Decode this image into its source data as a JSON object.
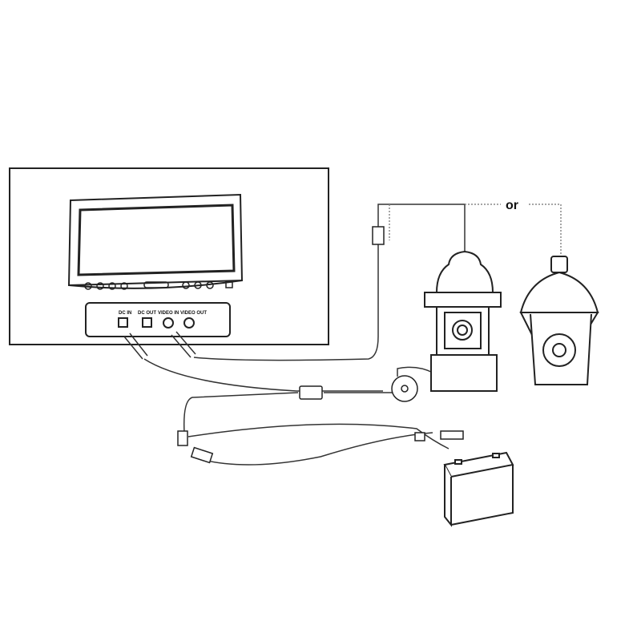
{
  "monitor_panel": {
    "ports": [
      "DC IN",
      "DC OUT",
      "VIDEO IN",
      "VIDEO OUT"
    ]
  },
  "camera_choice_label": "or",
  "colors": {
    "line": "#222222",
    "dotted": "#888888",
    "background": "#ffffff"
  }
}
